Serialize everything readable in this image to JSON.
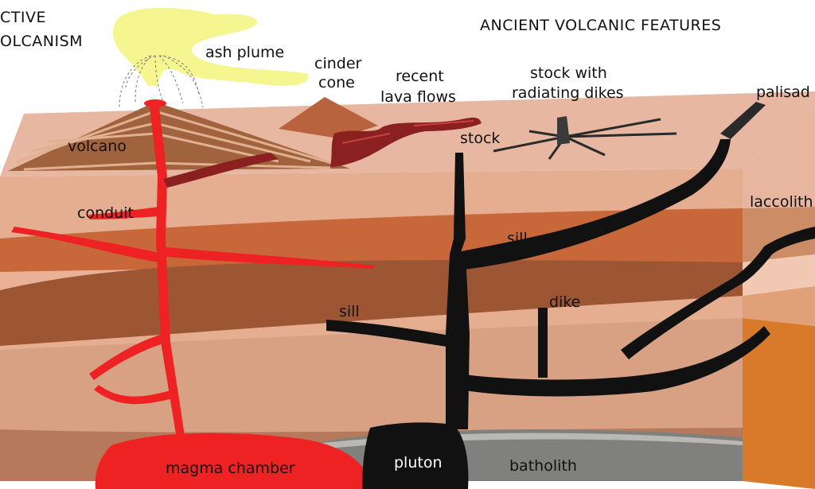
{
  "headings": {
    "left_line1": "CTIVE",
    "left_line2": "OLCANISM",
    "right": "ANCIENT VOLCANIC FEATURES"
  },
  "labels": {
    "ash_plume": "ash plume",
    "cinder_cone_1": "cinder",
    "cinder_cone_2": "cone",
    "recent_lava_1": "recent",
    "recent_lava_2": "lava flows",
    "stock_dikes_1": "stock with",
    "stock_dikes_2": "radiating dikes",
    "palisades": "palisad",
    "volcano": "volcano",
    "stock": "stock",
    "conduit": "conduit",
    "laccolith": "laccolith",
    "sill_upper": "sill",
    "sill_lower": "sill",
    "dike": "dike",
    "magma_chamber": "magma chamber",
    "pluton": "pluton",
    "batholith": "batholith"
  },
  "colors": {
    "magma": "#ee2222",
    "intrusion": "#111111",
    "ash": "#f6f690",
    "lava_flow": "#8b2020",
    "surface": "#e7b7a1",
    "batholith": "#80807e",
    "side_face": "#d97a2a"
  }
}
